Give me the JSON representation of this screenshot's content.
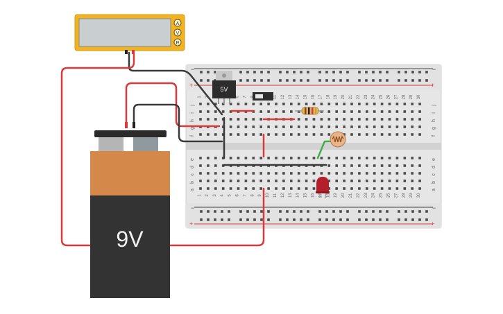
{
  "multimeter": {
    "display": "",
    "modes": [
      "A",
      "V",
      "R"
    ]
  },
  "battery": {
    "label": "9V"
  },
  "regulator": {
    "label": "5V"
  },
  "breadboard": {
    "columns": [
      "1",
      "2",
      "3",
      "4",
      "5",
      "6",
      "7",
      "8",
      "9",
      "10",
      "11",
      "12",
      "13",
      "14",
      "15",
      "16",
      "17",
      "18",
      "19",
      "20",
      "21",
      "22",
      "23",
      "24",
      "25",
      "26",
      "27",
      "28",
      "29",
      "30"
    ],
    "rows_top": [
      "j",
      "i",
      "h",
      "g",
      "f"
    ],
    "rows_bottom": [
      "e",
      "d",
      "c",
      "b",
      "a"
    ],
    "rail_minus": "−",
    "rail_plus": "+"
  },
  "colors": {
    "wire_red": "#d63a3a",
    "wire_black": "#3a3a3a",
    "wire_green": "#3dae4a",
    "multimeter_body": "#f0b323",
    "battery_top": "#d4894b",
    "battery_bottom": "#333333",
    "breadboard": "#e8e8e8"
  }
}
